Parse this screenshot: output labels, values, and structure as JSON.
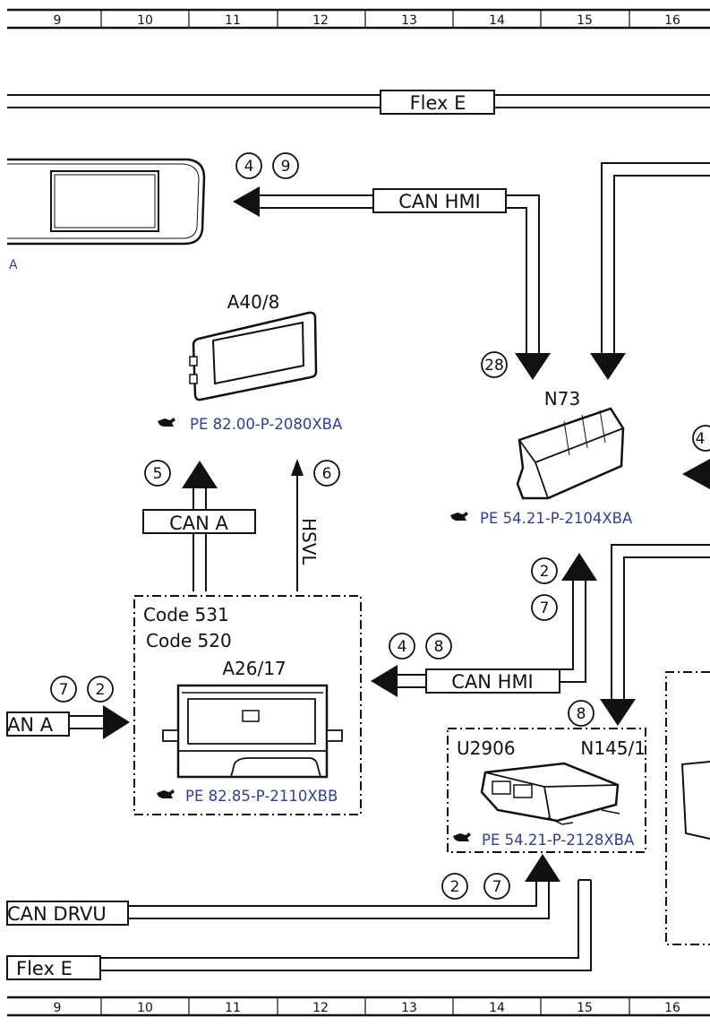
{
  "ruler": {
    "columns": [
      "9",
      "10",
      "11",
      "12",
      "13",
      "14",
      "15",
      "16"
    ]
  },
  "buses": {
    "flex_e_top": "Flex E",
    "can_hmi_top": "CAN HMI",
    "can_a_mid": "CAN A",
    "can_a_left": "AN A",
    "can_hmi_mid": "CAN HMI",
    "can_drvu": "CAN DRVU",
    "flex_e_bottom": "Flex E",
    "hsvl": "HSVL"
  },
  "components": {
    "a40_8": {
      "label": "A40/8",
      "ref": "PE 82.00-P-2080XBA"
    },
    "n73": {
      "label": "N73",
      "ref": "PE 54.21-P-2104XBA"
    },
    "a26_17": {
      "label": "A26/17",
      "code1": "Code 531",
      "code2": "Code 520",
      "ref": "PE 82.85-P-2110XBB"
    },
    "n145_1": {
      "label_left": "U2906",
      "label_right": "N145/1",
      "ref": "PE 54.21-P-2128XBA"
    },
    "cut_off_label": "A"
  },
  "markers": {
    "m4a": "4",
    "m9": "9",
    "m28": "28",
    "m4b": "4",
    "m5": "5",
    "m6": "6",
    "m2a": "2",
    "m7a": "7",
    "m4c": "4",
    "m8a": "8",
    "m7b": "7",
    "m2b": "2",
    "m8b": "8",
    "m2c": "2",
    "m7c": "7"
  },
  "colors": {
    "line": "#111111",
    "reference_text": "#2e3f96"
  }
}
